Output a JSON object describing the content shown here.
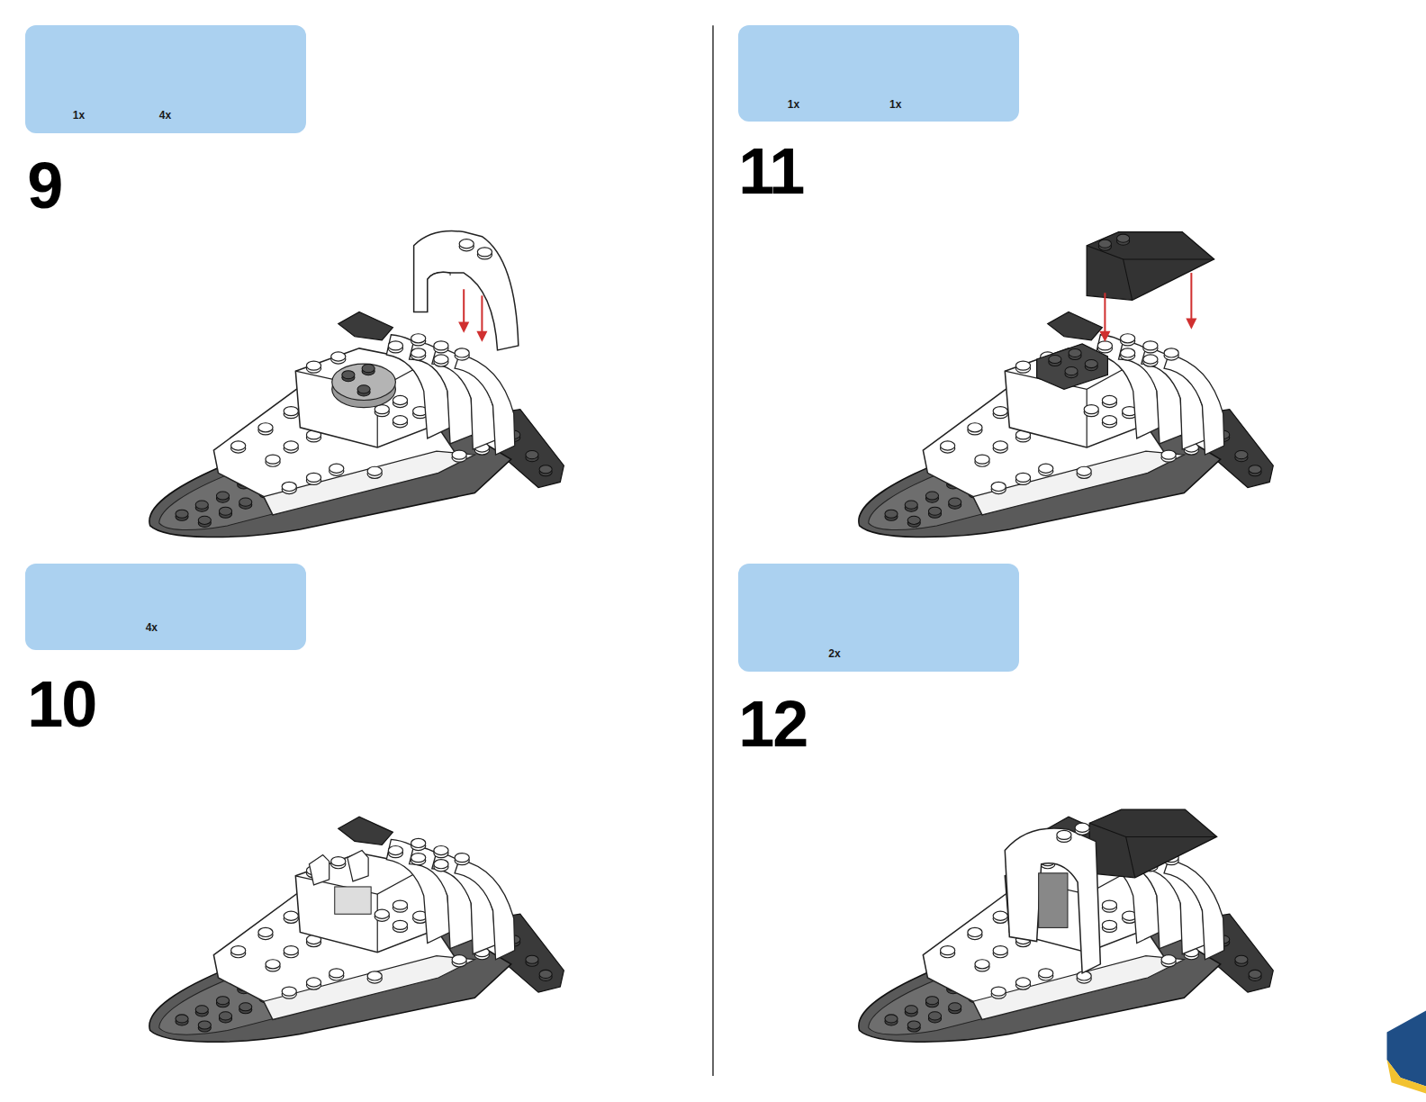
{
  "diagram": {
    "nodes": [
      {
        "text": [
          "1x",
          "4x"
        ]
      },
      {
        "text": [
          "4x"
        ]
      },
      {
        "text": [
          "1x",
          "1x"
        ]
      },
      {
        "text": [
          "2x"
        ]
      }
    ],
    "labels": [
      "9",
      "10",
      "11",
      "12"
    ]
  }
}
